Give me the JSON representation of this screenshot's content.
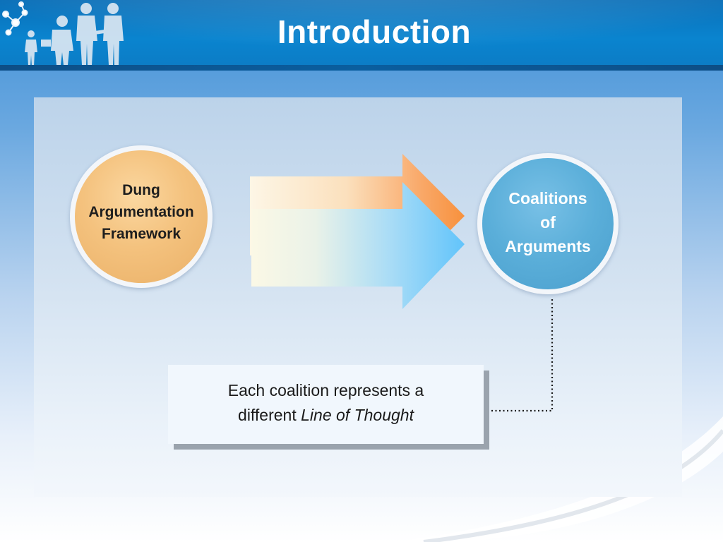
{
  "header": {
    "title": "Introduction"
  },
  "diagram": {
    "source_circle": {
      "lines": [
        "Dung",
        "Argumentation",
        "Framework"
      ]
    },
    "target_circle": {
      "lines": [
        "Coalitions",
        "of",
        "Arguments"
      ]
    },
    "note": {
      "text_before": "Each coalition represents a",
      "text_line2_prefix": "different ",
      "text_italic": "Line of Thought"
    }
  },
  "colors": {
    "header": "#0a84cf",
    "orange_circle": "#f4c27e",
    "blue_circle": "#5aaed9",
    "orange_arrow": "#f7913d",
    "blue_arrow": "#6cc8fb"
  }
}
